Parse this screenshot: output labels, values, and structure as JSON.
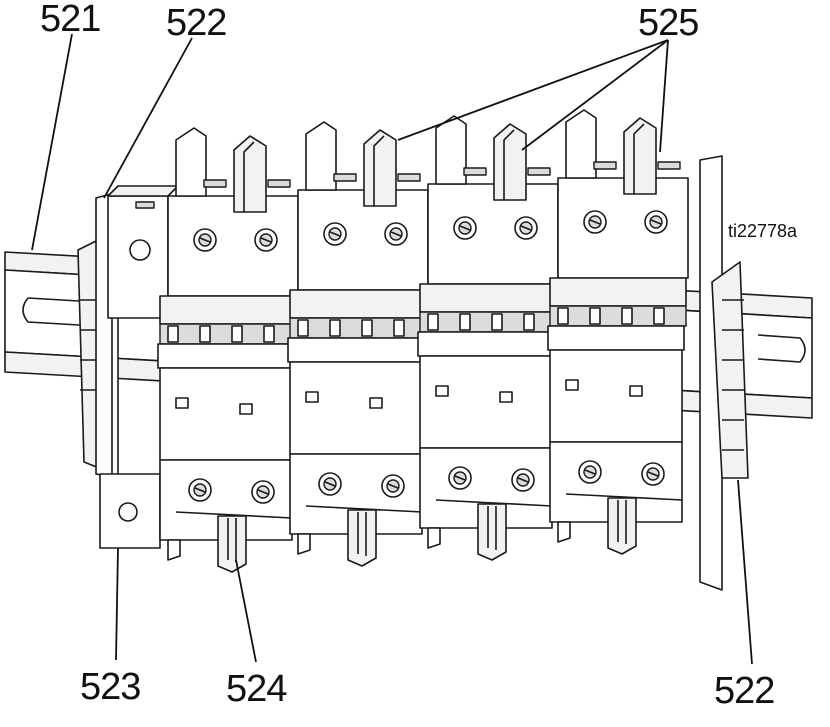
{
  "figure": {
    "id_label": "ti22778a",
    "callouts": {
      "din_rail": "521",
      "end_stop_left": "522",
      "end_stop_right": "522",
      "terminal_block": "523",
      "bus_comb": "524",
      "circuit_breakers": "525"
    },
    "breaker_count": 4
  }
}
